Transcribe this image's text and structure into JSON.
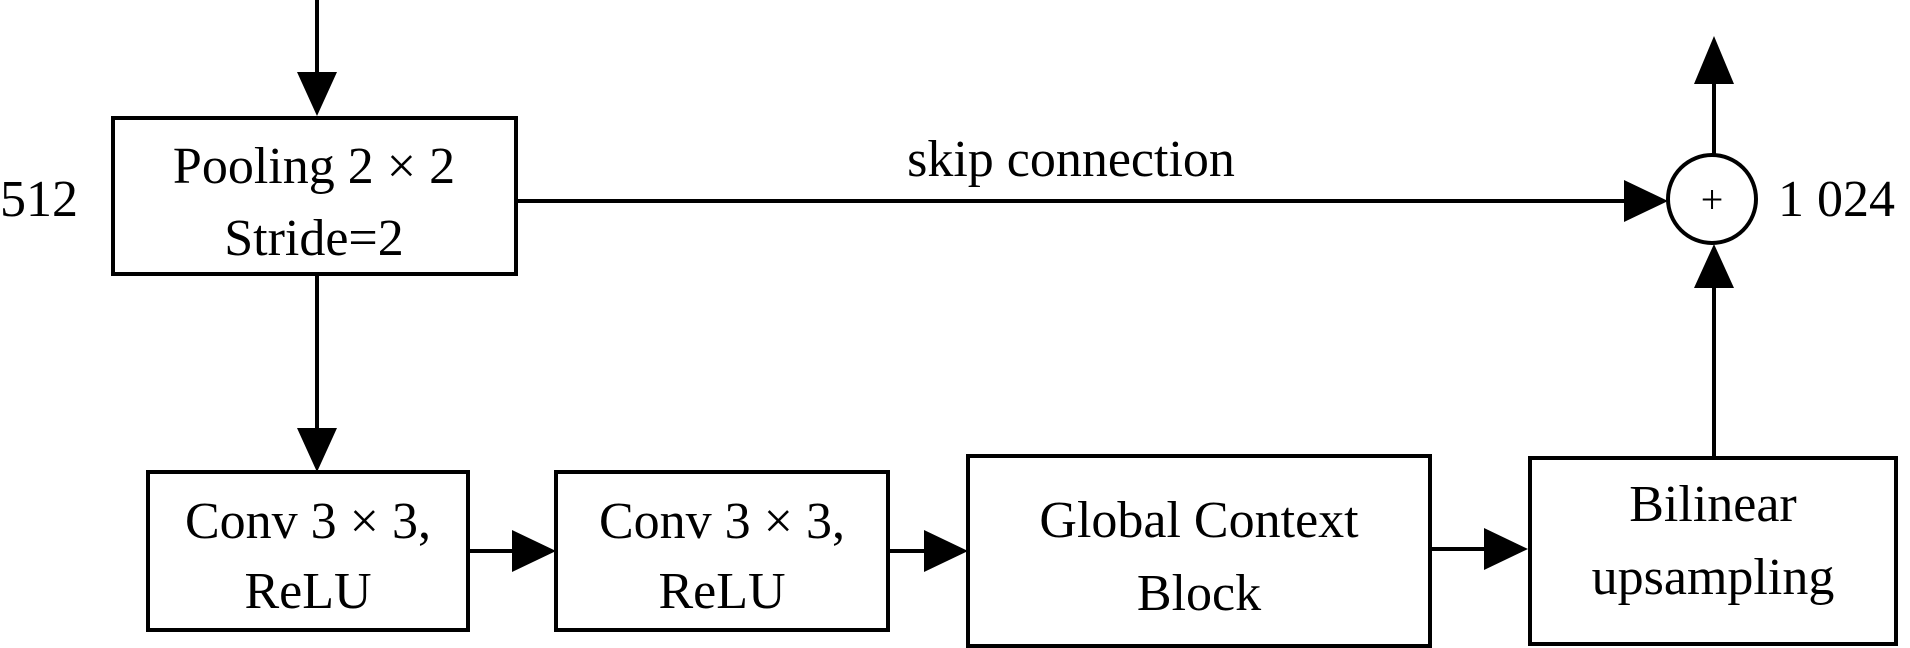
{
  "nodes": {
    "pooling": {
      "line1": "Pooling 2 × 2",
      "line2": "Stride=2"
    },
    "conv1": {
      "line1": "Conv 3 × 3,",
      "line2": "ReLU"
    },
    "conv2": {
      "line1": "Conv 3 × 3,",
      "line2": "ReLU"
    },
    "gcb": {
      "line1": "Global Context",
      "line2": "Block"
    },
    "upsample": {
      "line1": "Bilinear",
      "line2": "upsampling"
    },
    "sum": {
      "symbol": "+"
    }
  },
  "labels": {
    "input_channels": "512",
    "output_channels": "1 024",
    "skip": "skip connection"
  }
}
